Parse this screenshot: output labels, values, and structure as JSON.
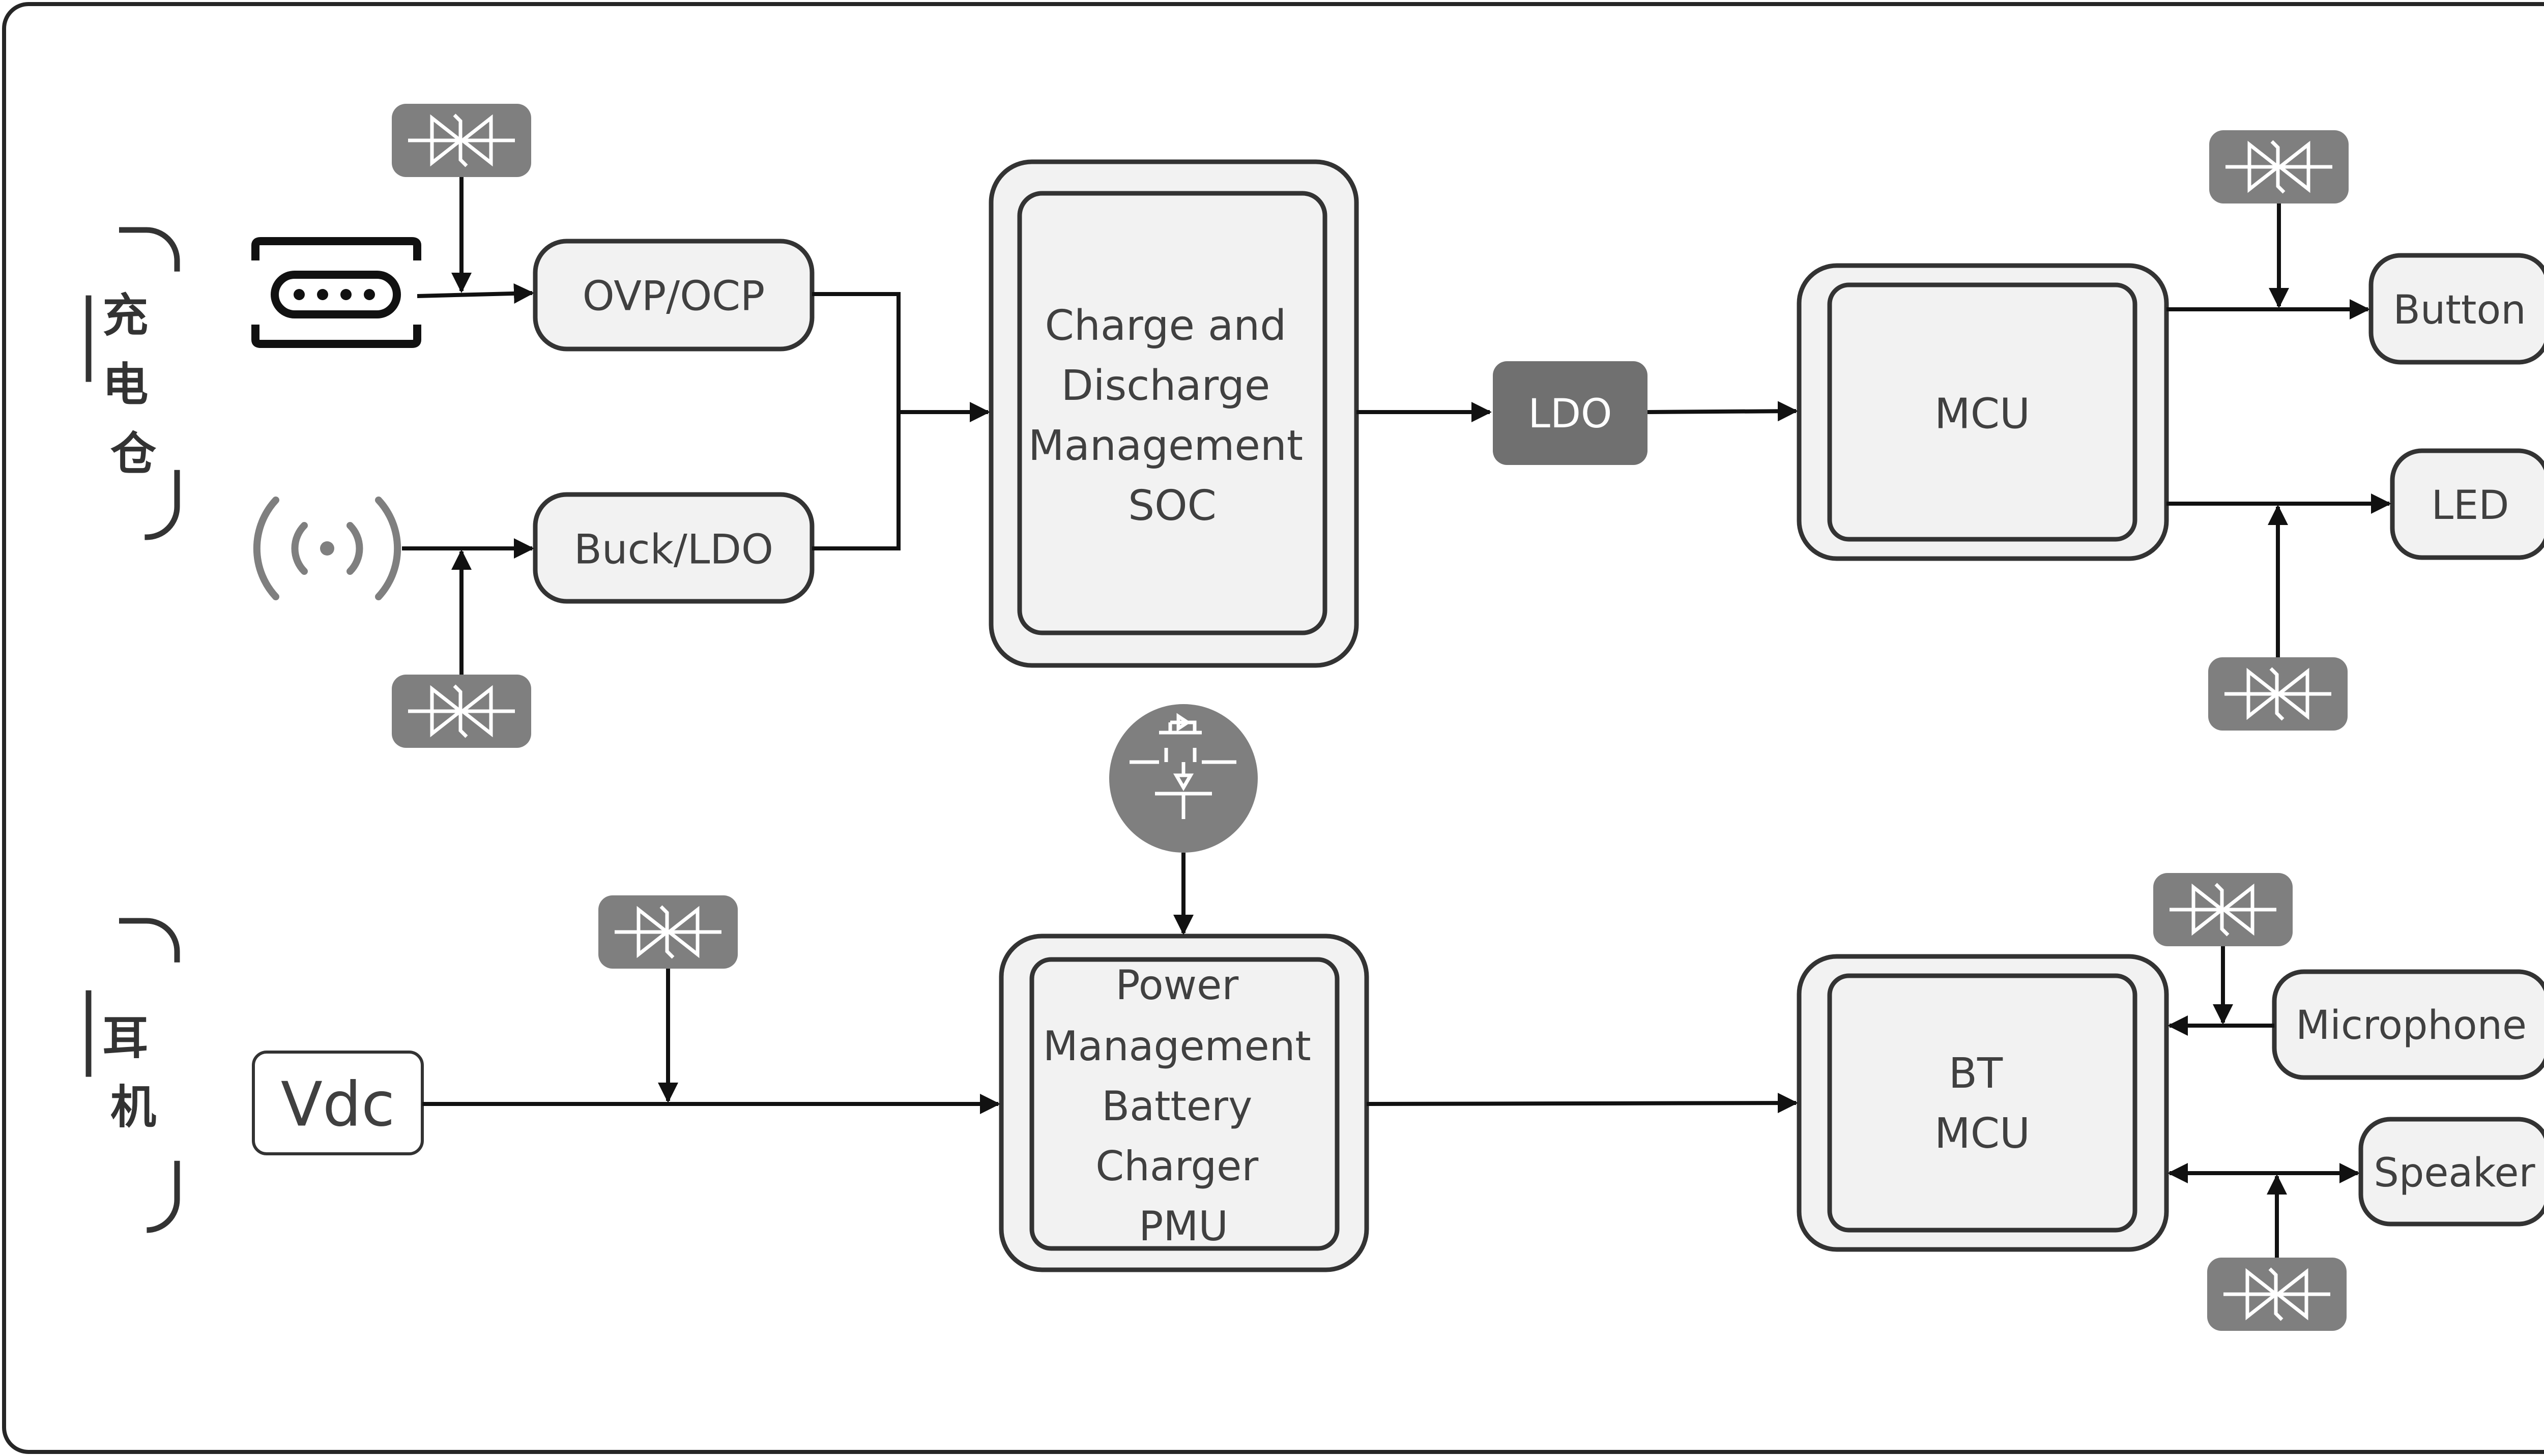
{
  "sections": {
    "charging_case": "充\n电\n仓",
    "earphone": "耳\n机"
  },
  "blocks": {
    "ovp_ocp": "OVP/OCP",
    "buck_ldo": "Buck/LDO",
    "soc": [
      "Charge and",
      "Discharge",
      "Management",
      "SOC"
    ],
    "ldo": "LDO",
    "mcu": "MCU",
    "button": "Button",
    "led": "LED",
    "vdc": "Vdc",
    "pmu": [
      "Power",
      "Management",
      "Battery",
      "Charger",
      "PMU"
    ],
    "bt_mcu": [
      "BT",
      "MCU"
    ],
    "microphone": "Microphone",
    "speaker": "Speaker"
  },
  "icons": {
    "usb_port": "usb-port-icon",
    "wireless": "wireless-charging-icon",
    "tvs": "tvs-diode-icon",
    "mosfet": "mosfet-icon"
  },
  "colors": {
    "block_fill": "#f2f2f2",
    "block_stroke": "#333333",
    "tvs_fill": "#7f7f7f",
    "ldo_fill": "#707070",
    "wire": "#111111"
  }
}
